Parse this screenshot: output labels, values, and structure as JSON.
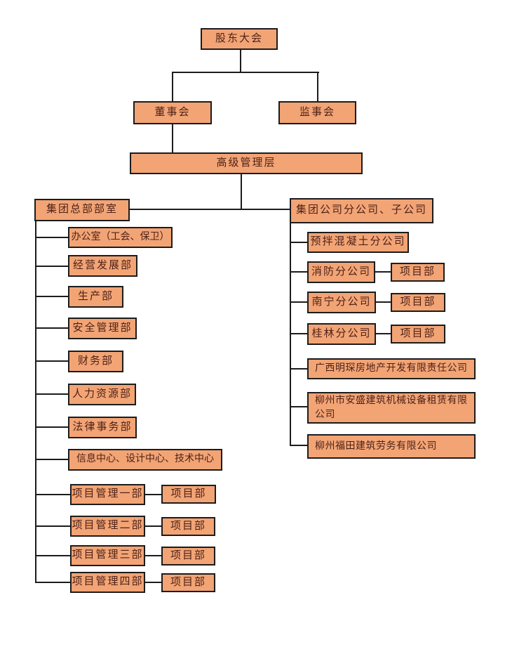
{
  "colors": {
    "box_fill": "#F2A475",
    "box_border": "#1C1C1C",
    "text": "#4E2218",
    "line": "#1C1C1C",
    "background": "#FFFFFF"
  },
  "org": {
    "root": "股东大会",
    "level2": {
      "board": "董事会",
      "supervisory": "监事会"
    },
    "level3": {
      "senior_mgmt": "高级管理层"
    },
    "hq": {
      "header": "集团总部部室",
      "departments": [
        "办公室（工会、保卫）",
        "经营发展部",
        "生产部",
        "安全管理部",
        "财务部",
        "人力资源部",
        "法律事务部",
        "信息中心、设计中心、技术中心",
        "项目管理一部",
        "项目管理二部",
        "项目管理三部",
        "项目管理四部"
      ],
      "project_dept_label": "项目部"
    },
    "subsidiaries": {
      "header": "集团公司分公司、子公司",
      "companies": [
        "预拌混凝土分公司",
        "消防分公司",
        "南宁分公司",
        "桂林分公司",
        "广西明琛房地产开发有限责任公司",
        "柳州市安盛建筑机械设备租赁有限公司",
        "柳州福田建筑劳务有限公司"
      ],
      "project_dept_label": "项目部"
    }
  }
}
